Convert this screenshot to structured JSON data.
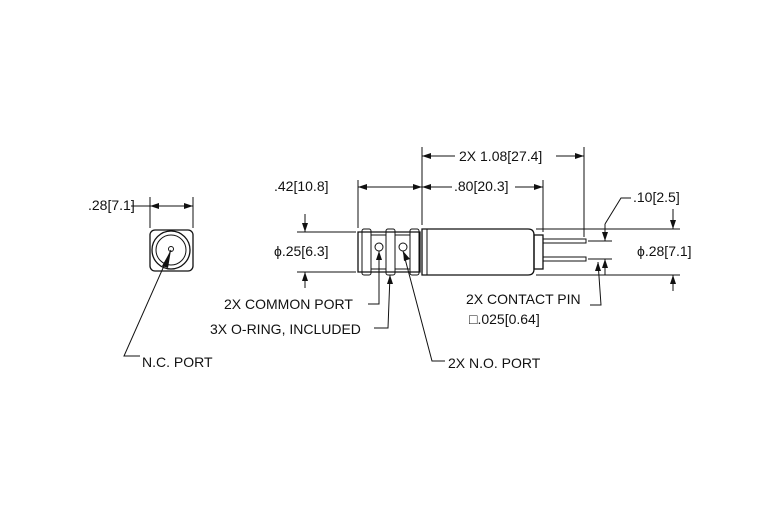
{
  "dimensions": {
    "overall_length": "2X 1.08[27.4]",
    "port_offset": ".42[10.8]",
    "body_length": ".80[20.3]",
    "end_width": ".28[7.1]",
    "pin_spacing": ".10[2.5]",
    "cartridge_diameter": "ϕ.25[6.3]",
    "body_diameter": "ϕ.28[7.1]"
  },
  "callouts": {
    "common_port": "2X COMMON PORT",
    "o_ring": "3X O-RING, INCLUDED",
    "no_port": "2X N.O. PORT",
    "nc_port": "N.C. PORT",
    "contact_pin": "2X CONTACT PIN",
    "contact_pin_size": "□.025[0.64]"
  }
}
